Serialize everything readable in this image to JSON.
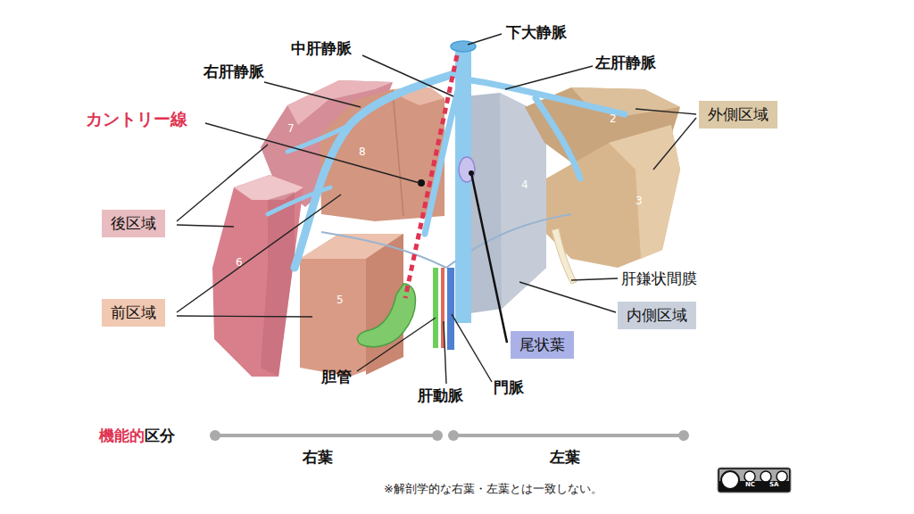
{
  "diagram": {
    "nodes": [
      {
        "text": [
          "外側区域"
        ]
      },
      {
        "text": [
          "後区域"
        ]
      },
      {
        "text": [
          "前区域"
        ]
      },
      {
        "text": [
          "内側区域"
        ]
      },
      {
        "text": [
          "尾状葉"
        ]
      }
    ],
    "labels": [
      "下大静脈",
      "中肝静脈",
      "左肝静脈",
      "右肝静脈",
      "カントリー線",
      "7",
      "8",
      "2",
      "3",
      "4",
      "6",
      "5",
      "肝鎌状間膜",
      "胆管",
      "肝動脈",
      "門脈",
      "機能的",
      "区分",
      "右葉",
      "左葉",
      "※解剖学的な右葉・左葉とは一致しない。",
      "BY",
      "NC",
      "SA"
    ]
  }
}
